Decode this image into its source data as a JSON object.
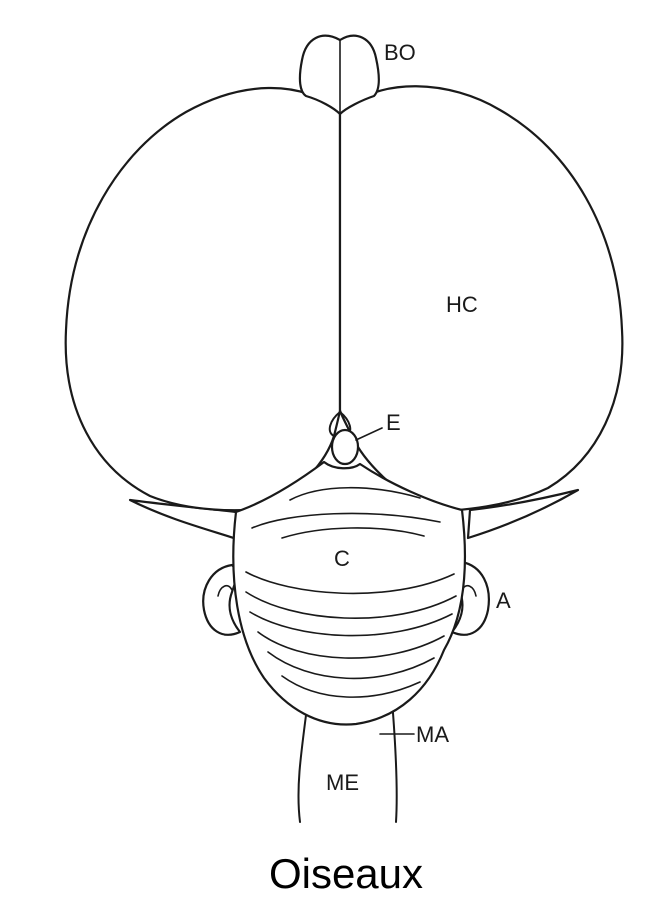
{
  "labels": {
    "bo": "BO",
    "hc": "HC",
    "e": "E",
    "c": "C",
    "a": "A",
    "ma": "MA",
    "me": "ME"
  },
  "caption": "Oiseaux"
}
